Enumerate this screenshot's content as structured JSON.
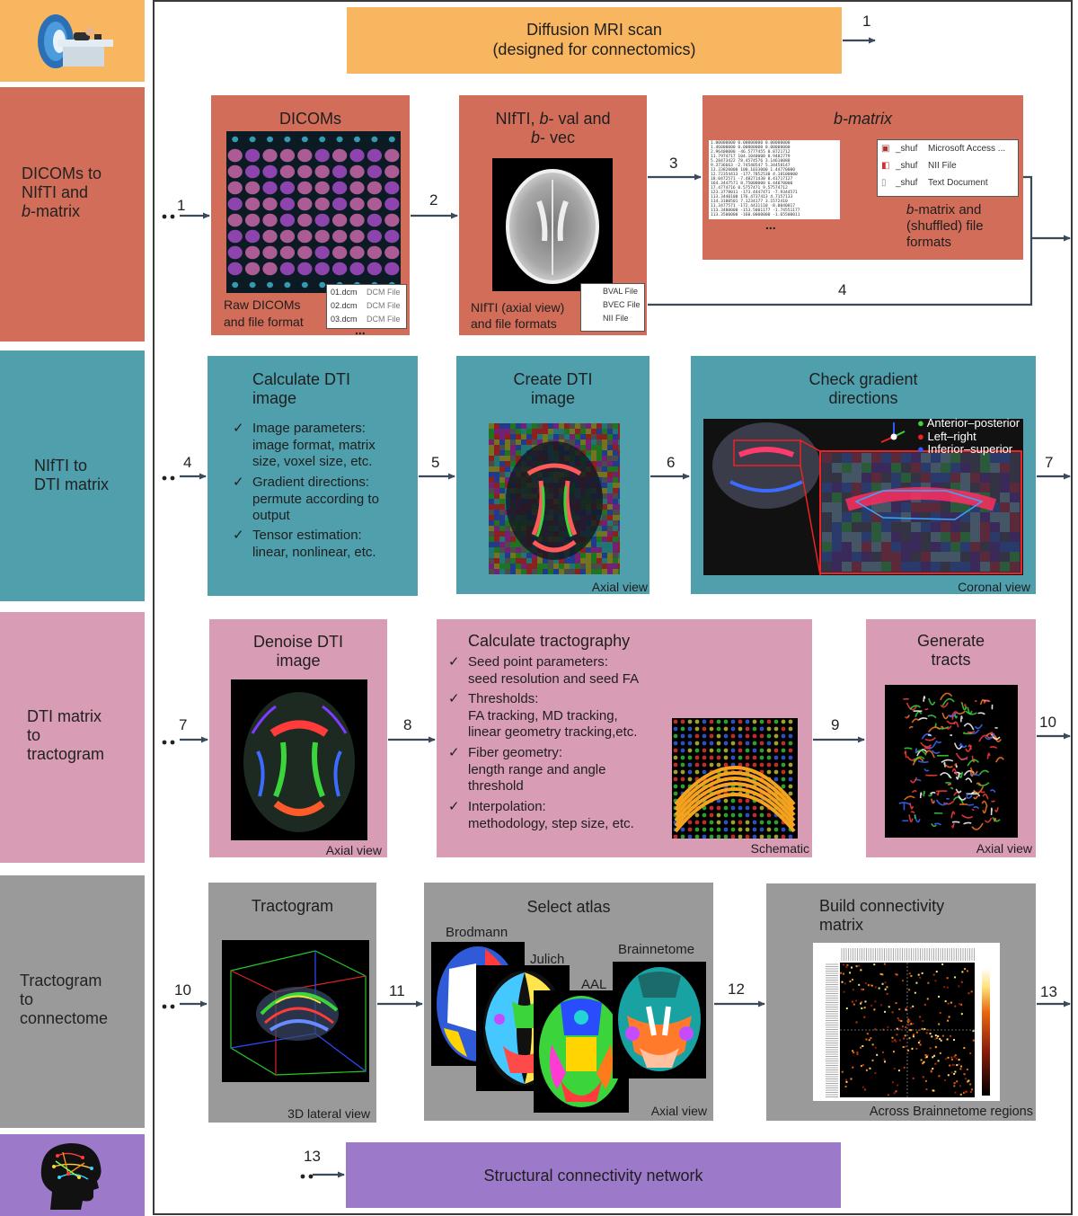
{
  "colors": {
    "scan": "#f8b660",
    "dicom": "#d26d59",
    "nifti": "#4f9fac",
    "dti": "#d89cb5",
    "tracto": "#9a9a9a",
    "network": "#9c79c9",
    "arrow": "#3b4a5a"
  },
  "side": {
    "row1_icon": "mri-scanner-icon",
    "row2": "DICOMs to NIfTI and b-matrix",
    "row2_lines": [
      "DICOMs to",
      "NIfTI and",
      "b-matrix"
    ],
    "row3_lines": [
      "NIfTI to",
      "DTI matrix"
    ],
    "row4_lines": [
      "DTI matrix",
      "to",
      "tractogram"
    ],
    "row5_lines": [
      "Tractogram",
      "to",
      "connectome"
    ],
    "row6_icon": "brain-network-head-icon"
  },
  "scan": {
    "line1": "Diffusion MRI scan",
    "line2": "(designed for connectomics)",
    "out": "1"
  },
  "dicoms": {
    "title": "DICOMs",
    "caption1": "Raw DICOMs",
    "caption2": "and file format",
    "files": [
      {
        "name": "01.dcm",
        "type": "DCM File"
      },
      {
        "name": "02.dcm",
        "type": "DCM File"
      },
      {
        "name": "03.dcm",
        "type": "DCM File"
      }
    ],
    "ellipsis": "...",
    "in": "1",
    "out": "2"
  },
  "nifti": {
    "title1": "NIfTI, ",
    "title1_b": "b",
    "title1_rest": "- val and",
    "title2_b": "b",
    "title2_rest": "- vec",
    "caption1": "NIfTI (axial view)",
    "caption2": "and file formats",
    "files": [
      "BVAL File",
      "BVEC File",
      "NII File"
    ],
    "out3": "3",
    "out4": "4"
  },
  "bmatrix": {
    "title_b": "b",
    "title_rest": "-matrix",
    "files": [
      {
        "name": "_shuf",
        "type": "Microsoft Access ..."
      },
      {
        "name": "_shuf",
        "type": "NII File"
      },
      {
        "name": "_shuf",
        "type": "Text Document"
      }
    ],
    "cap_b": "b",
    "cap_line1": "-matrix and",
    "cap_line2": "(shuffled) file",
    "cap_line3": "formats",
    "dots": "...",
    "matrix_rows": [
      "1.00000000  0.00000000  0.00000000",
      "1.46000000  0.00000000  0.00000000",
      "2.96400000 -46.5777455  0.8721712",
      "11.7974717 104.1040000  0.9482779",
      "5.28473422  78.4574576  3.14610088",
      "9.3736663  -2.74540547  5.34458147",
      "13.33820000 100.1033000  1.44770000",
      "12.72354413 -177.7852530 4.18100000",
      "18.0472571  -7.48271430  8.41717127",
      "164.3447571  8.75000000  6.44070000",
      "17.4774716  0.5757471   9.57574712",
      "123.3778011 -173.4447471 -7.9344571",
      "113.3440100 176.4737413  4.7157133",
      "114.3100501  7.1234177   3.1572410",
      "11.3477571  -172.4431110 -8.0040017",
      "113.3480000 -153.5001177 -1.74551177",
      "113.3500000 -160.0000000 -1.65500011"
    ]
  },
  "calc_dti": {
    "title1": "Calculate DTI",
    "title2": "image",
    "items": [
      {
        "mark": "✓",
        "lines": [
          "Image parameters:",
          "image format, matrix",
          "size, voxel size, etc."
        ]
      },
      {
        "mark": "✓",
        "lines": [
          "Gradient directions:",
          "permute according to",
          "output"
        ]
      },
      {
        "mark": "✓",
        "lines": [
          "Tensor estimation:",
          "linear, nonlinear, etc."
        ]
      }
    ],
    "in": "4",
    "out": "5"
  },
  "create_dti": {
    "title1": "Create DTI",
    "title2": "image",
    "caption": "Axial view",
    "out": "6"
  },
  "check_grad": {
    "title1": "Check gradient",
    "title2": "directions",
    "legend": [
      {
        "label": "Anterior–posterior",
        "color": "#3bd43b"
      },
      {
        "label": "Left–right",
        "color": "#ee2222"
      },
      {
        "label": "Inferior–superior",
        "color": "#2a5cff"
      }
    ],
    "caption": "Coronal view",
    "out": "7"
  },
  "denoise": {
    "title1": "Denoise DTI",
    "title2": "image",
    "caption": "Axial view",
    "in": "7",
    "out": "8"
  },
  "tractography": {
    "title": "Calculate tractography",
    "items": [
      {
        "mark": "✓",
        "lines": [
          "Seed point parameters:",
          "seed resolution and seed FA"
        ]
      },
      {
        "mark": "✓",
        "lines": [
          "Thresholds:",
          "FA tracking, MD tracking,",
          "linear geometry tracking,etc."
        ]
      },
      {
        "mark": "✓",
        "lines": [
          "Fiber geometry:",
          "length range and angle",
          "threshold"
        ]
      },
      {
        "mark": "✓",
        "lines": [
          "Interpolation:",
          "methodology, step size, etc."
        ]
      }
    ],
    "caption": "Schematic",
    "out": "9"
  },
  "gen_tracts": {
    "title1": "Generate",
    "title2": "tracts",
    "caption": "Axial view",
    "out": "10"
  },
  "tractogram": {
    "title": "Tractogram",
    "caption": "3D lateral view",
    "in": "10",
    "out": "11"
  },
  "atlas": {
    "title": "Select atlas",
    "labels": [
      "Brodmann",
      "Julich",
      "AAL",
      "Brainnetome"
    ],
    "caption": "Axial view",
    "out": "12"
  },
  "connmatrix": {
    "title1": "Build connectivity",
    "title2": "matrix",
    "caption": "Across Brainnetome regions",
    "out": "13"
  },
  "network": {
    "title": "Structural connectivity network",
    "in": "13"
  }
}
